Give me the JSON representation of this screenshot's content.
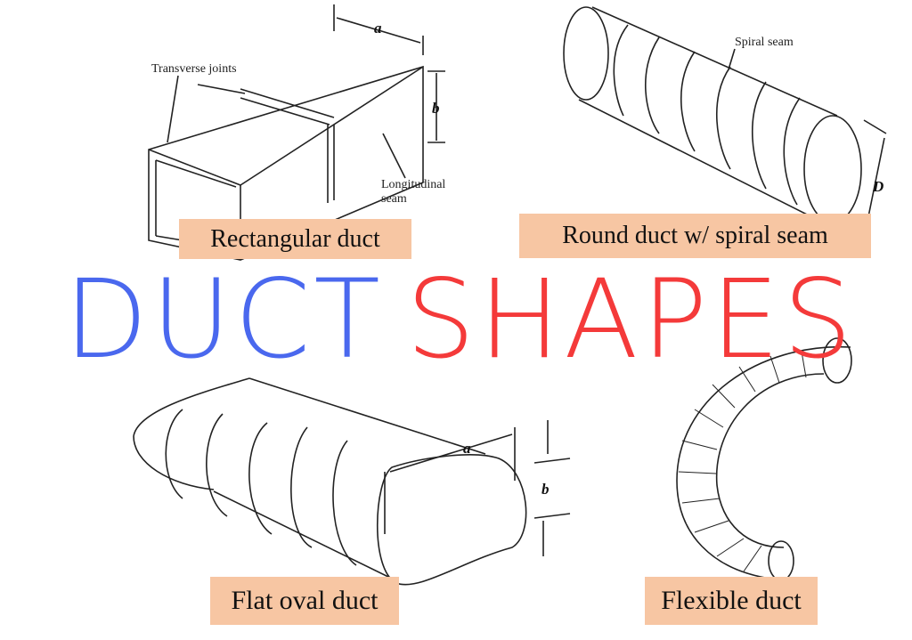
{
  "title": {
    "word1": "DUCT",
    "word2": "SHAPES",
    "color1": "#4a68ee",
    "color2": "#f43a3a"
  },
  "panels": [
    {
      "label": "Rectangular duct",
      "annotations": [
        "Transverse joints",
        "Longitudinal seam"
      ],
      "dims": [
        "a",
        "b"
      ]
    },
    {
      "label": "Round duct w/ spiral seam",
      "annotations": [
        "Spiral seam"
      ],
      "dims": [
        "D"
      ]
    },
    {
      "label": "Flat oval duct",
      "dims": [
        "a",
        "b"
      ]
    },
    {
      "label": "Flexible duct"
    }
  ],
  "label_bg": "#f7c6a3"
}
